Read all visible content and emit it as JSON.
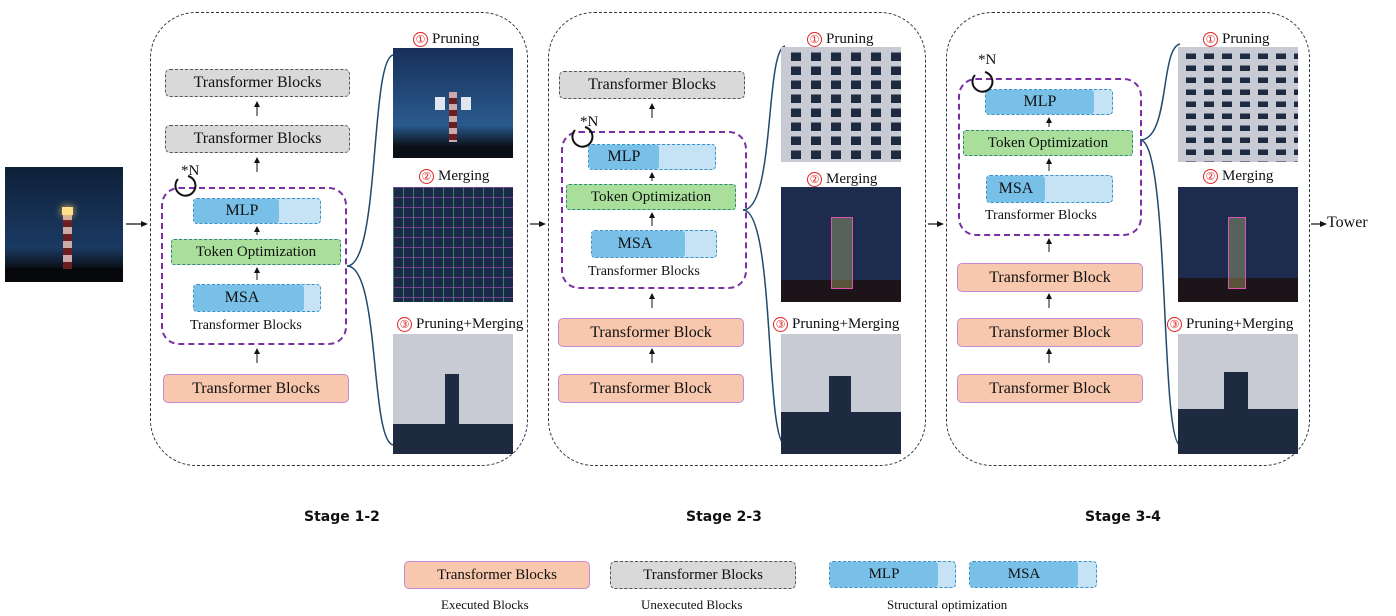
{
  "input_image": {
    "description_icon": "lighthouse-photo"
  },
  "output_label": "Tower",
  "stages": [
    {
      "label": "Stage 1-2",
      "blocks_top": [
        "Transformer Blocks",
        "Transformer Blocks"
      ],
      "loop_label": "*N",
      "mlp": "MLP",
      "token_opt": "Token Optimization",
      "msa": "MSA",
      "loop_caption": "Transformer Blocks",
      "blocks_bottom": [
        "Transformer Blocks"
      ]
    },
    {
      "label": "Stage 2-3",
      "blocks_top": [
        "Transformer Blocks"
      ],
      "loop_label": "*N",
      "mlp": "MLP",
      "token_opt": "Token Optimization",
      "msa": "MSA",
      "loop_caption": "Transformer Blocks",
      "blocks_bottom": [
        "Transformer Block",
        "Transformer Block"
      ]
    },
    {
      "label": "Stage 3-4",
      "blocks_top": [],
      "loop_label": "*N",
      "mlp": "MLP",
      "token_opt": "Token Optimization",
      "msa": "MSA",
      "loop_caption": "Transformer Blocks",
      "blocks_bottom": [
        "Transformer Block",
        "Transformer Block",
        "Transformer Block"
      ]
    }
  ],
  "methods": [
    {
      "num": "①",
      "label": "Pruning"
    },
    {
      "num": "②",
      "label": "Merging"
    },
    {
      "num": "③",
      "label": "Pruning+Merging"
    }
  ],
  "legend": {
    "executed": {
      "box": "Transformer Blocks",
      "caption": "Executed Blocks"
    },
    "unexecuted": {
      "box": "Transformer Blocks",
      "caption": "Unexecuted Blocks"
    },
    "mlp": "MLP",
    "msa": "MSA",
    "structural_caption": "Structural optimization"
  },
  "colors": {
    "executed_fill": "#f7c8ad",
    "unexecuted_fill": "#d9d9d9",
    "mlp_fill": "#78c0e8",
    "token_opt_fill": "#a9df9b",
    "loop_border": "#7a2fa5",
    "marker_red": "#e02020"
  }
}
